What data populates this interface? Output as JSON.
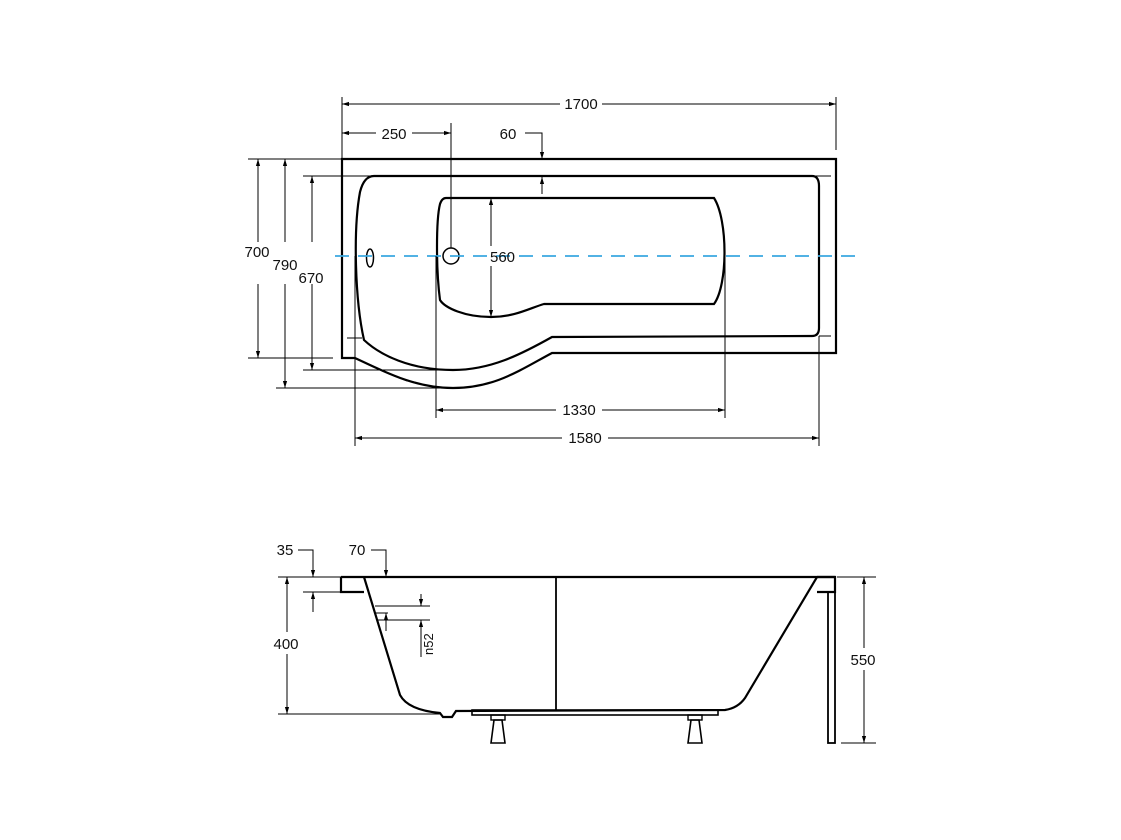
{
  "top_view": {
    "dimensions": {
      "overall_length": "1700",
      "drain_offset": "250",
      "rim_width": "60",
      "width_narrow": "700",
      "width_max": "790",
      "inner_width": "670",
      "basin_width": "560",
      "basin_length": "1330",
      "inner_length": "1580"
    },
    "centerline_color": "#3aa8e0"
  },
  "side_view": {
    "dimensions": {
      "rim_thickness": "35",
      "lip_offset": "70",
      "depth": "400",
      "overflow": "n52",
      "total_height": "550"
    }
  }
}
